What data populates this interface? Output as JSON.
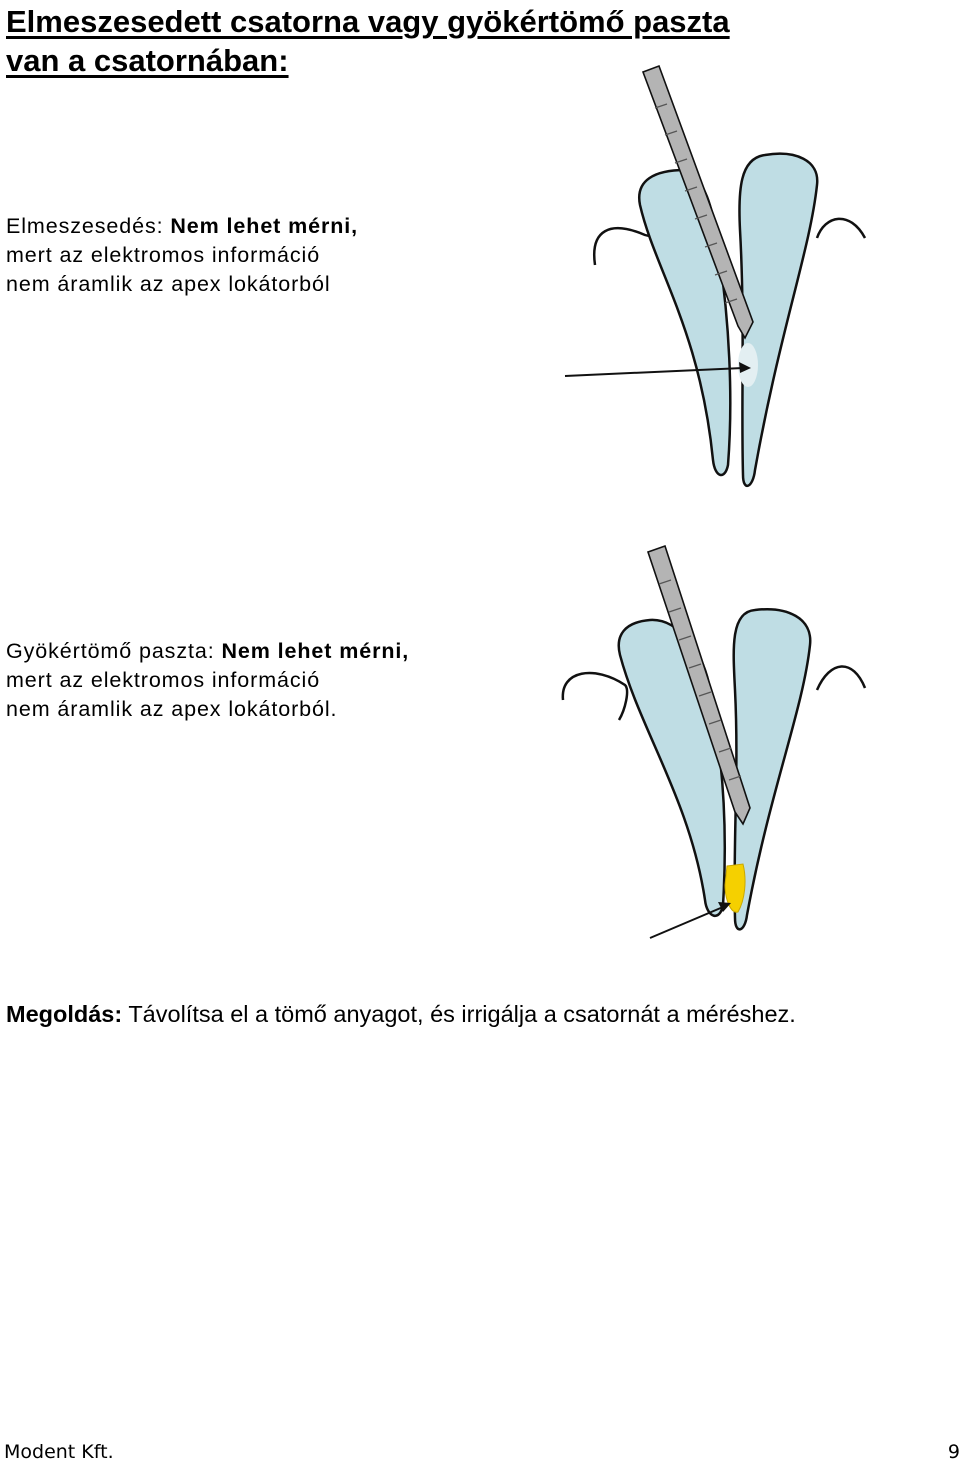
{
  "page": {
    "title_line1": "Elmeszesedett csatorna vagy gyökértömő paszta",
    "title_line2": "van a csatornában:"
  },
  "calcification": {
    "label": "Elmeszesedés:",
    "verdict": "Nem lehet mérni,",
    "line2": "mert az elektromos információ",
    "line3": "nem áramlik az apex lokátorból"
  },
  "paste": {
    "label": "Gyökértömő paszta:",
    "verdict": "Nem lehet mérni,",
    "line2": "mert az elektromos információ",
    "line3": "nem áramlik az apex lokátorból."
  },
  "solution": {
    "label": "Megoldás:",
    "text": "Távolítsa el a tömő anyagot, és irrigálja a csatornát a méréshez."
  },
  "footer": {
    "company": "Modent Kft.",
    "page_number": "9"
  },
  "colors": {
    "tooth_fill": "#bfdde4",
    "paste_fill": "#f5d000",
    "file_fill": "#b4b4b4"
  }
}
